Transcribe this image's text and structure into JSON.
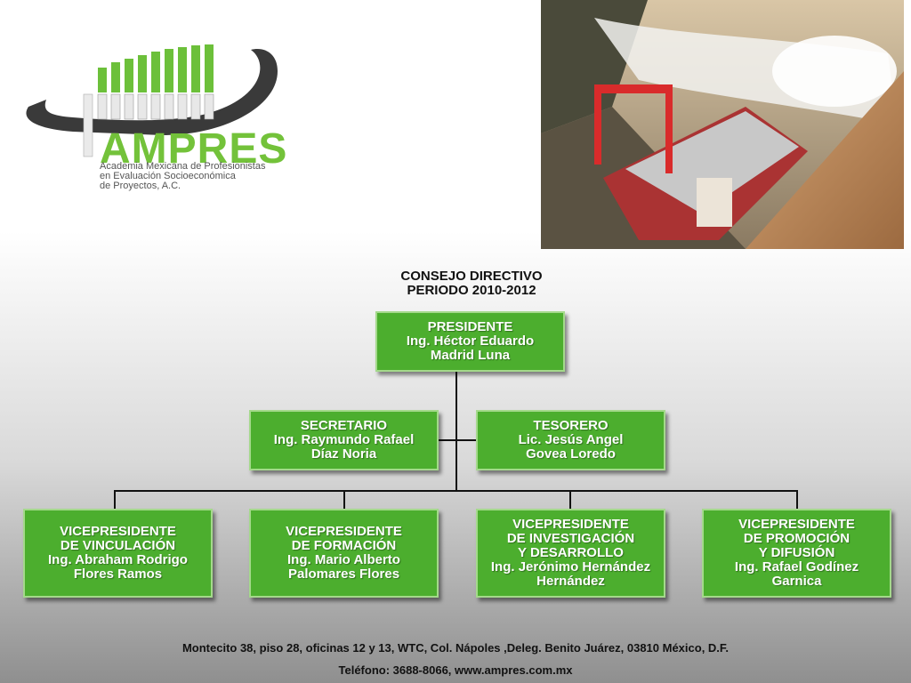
{
  "logo": {
    "name": "AMPRES",
    "subtitle_lines": [
      "Academia Mexicana de Profesionistas",
      "en Evaluación Socioeconómica",
      "de Proyectos, A.C."
    ]
  },
  "photo": {
    "alt": ""
  },
  "title": {
    "line1": "CONSEJO DIRECTIVO",
    "line2": "PERIODO 2010-2012"
  },
  "org": {
    "presidente": {
      "role": "PRESIDENTE",
      "name_lines": [
        "Ing. Héctor Eduardo",
        "Madrid Luna"
      ]
    },
    "secretario": {
      "role": "SECRETARIO",
      "name_lines": [
        "Ing. Raymundo Rafael",
        "Díaz Noria"
      ]
    },
    "tesorero": {
      "role": "TESORERO",
      "name_lines": [
        "Lic. Jesús Angel",
        "Govea Loredo"
      ]
    },
    "vp": [
      {
        "lines": [
          "VICEPRESIDENTE",
          "DE VINCULACIÓN",
          "Ing. Abraham Rodrigo",
          "Flores Ramos"
        ]
      },
      {
        "lines": [
          "VICEPRESIDENTE",
          "DE FORMACIÓN",
          "Ing. Mario Alberto",
          "Palomares Flores"
        ]
      },
      {
        "lines": [
          "VICEPRESIDENTE",
          "DE INVESTIGACIÓN",
          "Y DESARROLLO",
          "Ing. Jerónimo Hernández",
          "Hernández"
        ]
      },
      {
        "lines": [
          "VICEPRESIDENTE",
          "DE PROMOCIÓN",
          "Y DIFUSIÓN",
          "Ing. Rafael Godínez",
          "Garnica"
        ]
      }
    ]
  },
  "footer": {
    "address": "Montecito 38, piso 28, oficinas 12 y 13, WTC, Col. Nápoles ,Deleg. Benito Juárez, 03810 México, D.F.",
    "contact": "Teléfono: 3688-8066, www.ampres.com.mx"
  },
  "colors": {
    "box_green": "#4cae2e",
    "brand_green": "#73c23a"
  }
}
